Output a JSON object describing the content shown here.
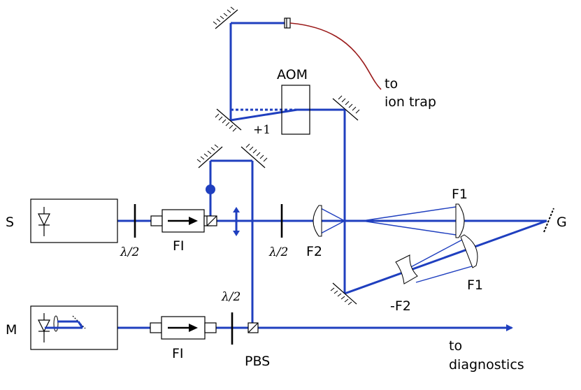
{
  "labels": {
    "s": "S",
    "m": "M",
    "g": "G",
    "fi_top": "FI",
    "fi_bottom": "FI",
    "wp1": "λ/2",
    "wp2": "λ/2",
    "wp3": "λ/2",
    "f2": "F2",
    "f1_top": "F1",
    "f1_bottom": "F1",
    "neg_f2": "-F2",
    "pbs": "PBS",
    "aom": "AOM",
    "order": "+1",
    "to_ion_trap_line1": "to",
    "to_ion_trap_line2": "ion trap",
    "to_diag_line1": "to",
    "to_diag_line2": "diagnostics"
  },
  "colors": {
    "beam": "#1f3fbf",
    "fiber": "#9b1c1c",
    "ink": "#000000"
  }
}
